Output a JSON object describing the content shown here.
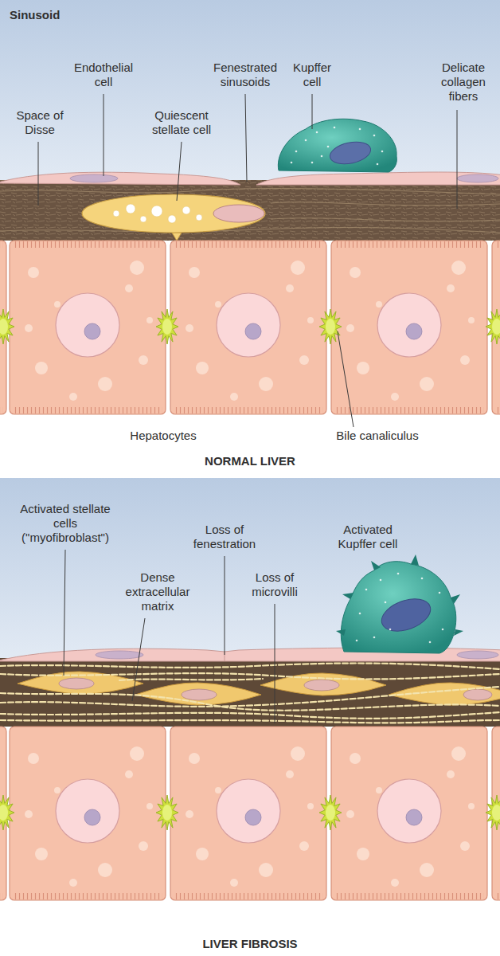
{
  "diagram": {
    "labels": [
      "Sinusoid",
      "Endothelial cell",
      "Fenestrated sinusoids",
      "Kupffer cell",
      "Delicate collagen fibers",
      "Space of Disse",
      "Quiescent stellate cell",
      "Hepatocytes",
      "Bile canaliculus",
      "NORMAL LIVER",
      "Activated stellate cells (\"myofibroblast\")",
      "Loss of fenestration",
      "Activated Kupffer cell",
      "Dense extracellular matrix",
      "Loss of microvilli",
      "LIVER FIBROSIS"
    ]
  }
}
